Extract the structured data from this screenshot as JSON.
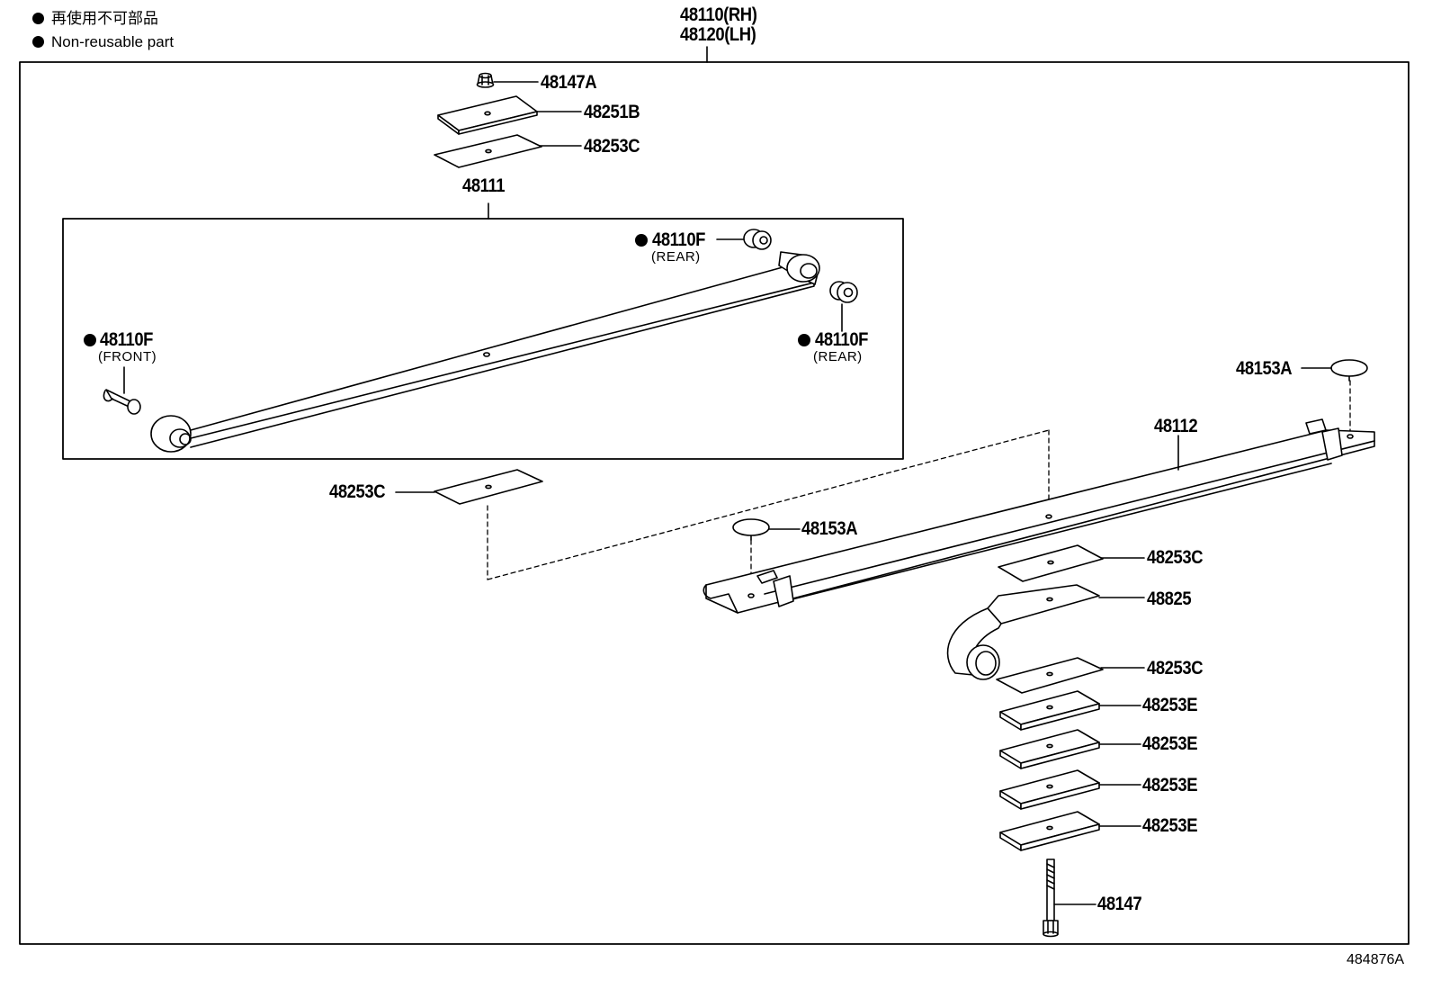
{
  "legend": {
    "japanese": "再使用不可部品",
    "english": "Non-reusable part"
  },
  "assembly": {
    "rh": "48110(RH)",
    "lh": "48120(LH)"
  },
  "parts": {
    "nut": "48147A",
    "plate_top": "48251B",
    "insulator_top": "48253C",
    "main_leaf": "48111",
    "bushing_rear_upper": "48110F",
    "bushing_rear_upper_note": "(REAR)",
    "bushing_front": "48110F",
    "bushing_front_note": "(FRONT)",
    "bushing_rear_lower": "48110F",
    "bushing_rear_lower_note": "(REAR)",
    "insulator_mid": "48253C",
    "silencer_right": "48153A",
    "leaf_2": "48112",
    "silencer_left": "48153A",
    "insulator_a": "48253C",
    "leaf_3": "48825",
    "insulator_b": "48253C",
    "spacer_1": "48253E",
    "spacer_2": "48253E",
    "spacer_3": "48253E",
    "spacer_4": "48253E",
    "center_bolt": "48147"
  },
  "figure_ref": "484876A"
}
